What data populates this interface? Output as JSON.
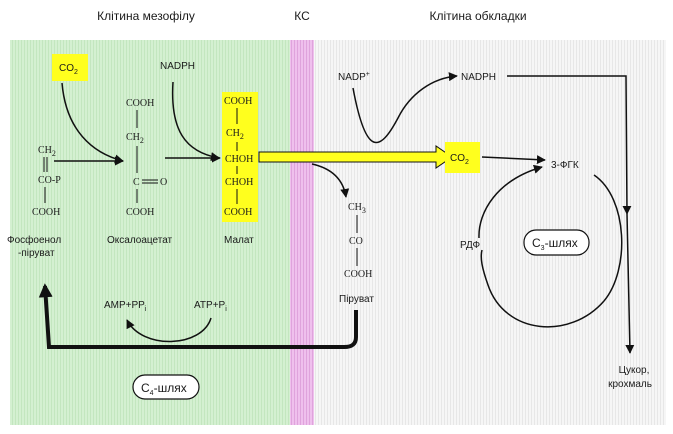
{
  "headers": {
    "mesophyll": "Клітина мезофілу",
    "ks": "КС",
    "bundle": "Клітина обкладки"
  },
  "co2": {
    "text": "CO",
    "sub": "2"
  },
  "nadph_left": "NADPH",
  "nadp_plus": {
    "text": "NADP",
    "sup": "+"
  },
  "nadph_right": "NADPH",
  "pep": {
    "ch2": "CH",
    "ch2_sub": "2",
    "cop": "CO-P",
    "cooh": "COOH",
    "name_line1": "Фосфоенол",
    "name_line2": "-піруват"
  },
  "oxaloacetate": {
    "cooh_top": "COOH",
    "ch2": "CH",
    "ch2_sub": "2",
    "c": "C",
    "o": "O",
    "cooh_bottom": "COOH",
    "name": "Оксалоацетат"
  },
  "malate": {
    "cooh_top": "COOH",
    "ch2": "CH",
    "ch2_sub": "2",
    "choh": "CHOH",
    "cooh_bottom": "COOH",
    "name": "Малат"
  },
  "pyruvate": {
    "ch3": "CH",
    "ch3_sub": "3",
    "co": "CO",
    "cooh": "COOH",
    "name": "Піруват"
  },
  "pga": "3-ФГК",
  "rdf": "РДФ",
  "c3_pathway": {
    "pre": "C",
    "sub": "3",
    "post": "-шлях"
  },
  "c4_pathway": {
    "pre": "C",
    "sub": "4",
    "post": "-шлях"
  },
  "amp": {
    "text": "AMP+PP",
    "sub": "i"
  },
  "atp": {
    "text": "ATP+P",
    "sub": "i"
  },
  "sugar": {
    "line1": "Цукор,",
    "line2": "крохмаль"
  },
  "colors": {
    "mesophyll_bg": "#d2efcf",
    "ks_bg": "#ecb7ea",
    "bundle_bg": "#f3f3f3",
    "highlight": "#ffff1e"
  }
}
